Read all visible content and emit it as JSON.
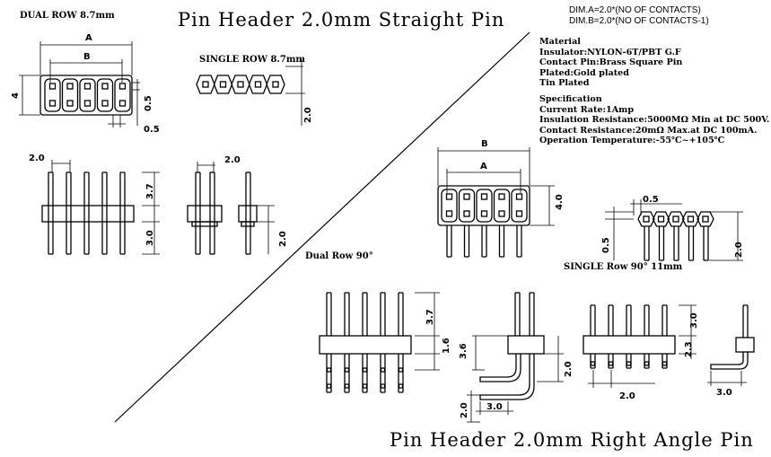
{
  "titles": {
    "straight": "Pin Header 2.0mm Straight Pin",
    "right_angle": "Pin Header 2.0mm Right Angle Pin"
  },
  "section_labels": {
    "dual_row": "DUAL ROW 8.7mm",
    "single_row": "SINGLE ROW 8.7mm",
    "dual_row_90": "Dual Row 90°",
    "single_row_90": "SINGLE Row 90° 11mm"
  },
  "dim_notes": [
    "DIM.A=2.0*(NO OF CONTACTS)",
    "DIM.B=2.0*(NO OF CONTACTS-1)"
  ],
  "material": {
    "heading": "Material",
    "lines": [
      "Insulator:NYLON-6T/PBT G.F",
      "Contact Pin:Brass Square Pin",
      "Plated:Gold plated",
      "Tin Plated"
    ]
  },
  "specification": {
    "heading": "Specification",
    "lines": [
      "Current Rate:1Amp",
      "Insulation Resistance:5000MΩ Min at DC 500V.",
      "Contact Resistance:20mΩ Max.at DC 100mA.",
      "Operation Temperature:-55℃~+105℃"
    ]
  },
  "dims": {
    "A": "A",
    "B": "B",
    "d4": "4",
    "d05": "0.5",
    "d20": "2.0",
    "d37": "3.7",
    "d30": "3.0",
    "d40": "4.0",
    "d16": "1.6",
    "d36": "3.6",
    "d23": "2.3"
  }
}
